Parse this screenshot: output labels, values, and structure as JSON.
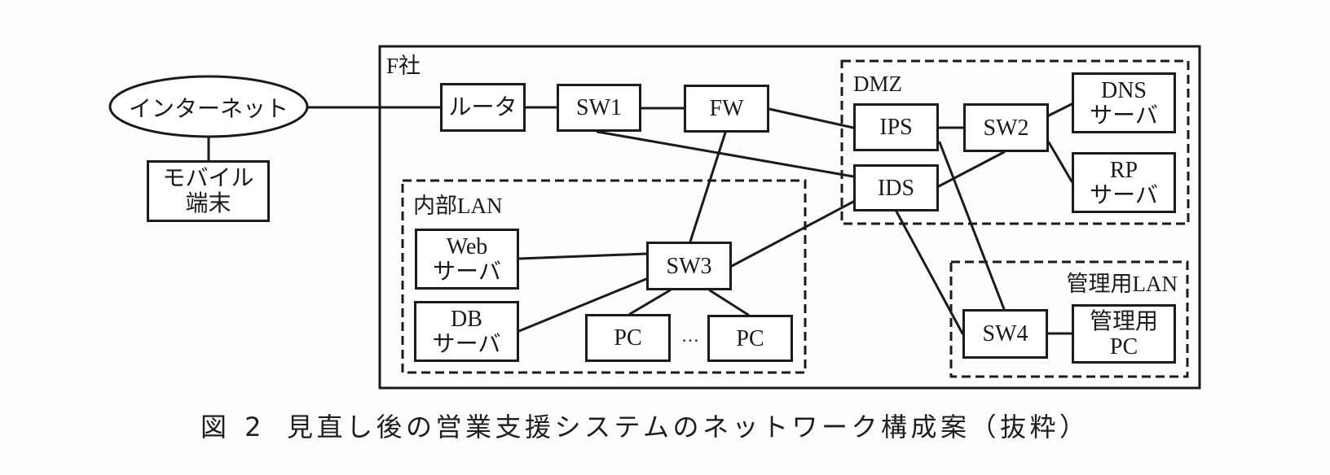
{
  "figure": {
    "number_label": "図 2",
    "caption": "見直し後の営業支援システムのネットワーク構成案（抜粋）"
  },
  "external": {
    "internet": "インターネット",
    "mobile": [
      "モバイル",
      "端末"
    ]
  },
  "company": {
    "label": "F社"
  },
  "zones": {
    "dmz": "DMZ",
    "internal_lan": "内部LAN",
    "management_lan": "管理用LAN"
  },
  "nodes": {
    "router": [
      "ルータ"
    ],
    "sw1": [
      "SW1"
    ],
    "fw": [
      "FW"
    ],
    "ips": [
      "IPS"
    ],
    "ids": [
      "IDS"
    ],
    "sw2": [
      "SW2"
    ],
    "dns": [
      "DNS",
      "サーバ"
    ],
    "rp": [
      "RP",
      "サーバ"
    ],
    "web": [
      "Web",
      "サーバ"
    ],
    "db": [
      "DB",
      "サーバ"
    ],
    "sw3": [
      "SW3"
    ],
    "pc1": [
      "PC"
    ],
    "pc2": [
      "PC"
    ],
    "pc_ellipsis": "…",
    "sw4": [
      "SW4"
    ],
    "mgmt_pc": [
      "管理用",
      "PC"
    ]
  },
  "connections": [
    [
      "インターネット",
      "ルータ"
    ],
    [
      "インターネット",
      "モバイル端末"
    ],
    [
      "ルータ",
      "SW1"
    ],
    [
      "SW1",
      "FW"
    ],
    [
      "SW1",
      "IDS"
    ],
    [
      "FW",
      "IPS"
    ],
    [
      "FW",
      "SW3"
    ],
    [
      "IPS",
      "SW2"
    ],
    [
      "IPS",
      "SW4"
    ],
    [
      "IDS",
      "SW2"
    ],
    [
      "IDS",
      "SW3"
    ],
    [
      "IDS",
      "SW4"
    ],
    [
      "SW2",
      "DNSサーバ"
    ],
    [
      "SW2",
      "RPサーバ"
    ],
    [
      "SW3",
      "Webサーバ"
    ],
    [
      "SW3",
      "DBサーバ"
    ],
    [
      "SW3",
      "PC"
    ],
    [
      "SW3",
      "PC"
    ],
    [
      "SW4",
      "管理用PC"
    ]
  ]
}
